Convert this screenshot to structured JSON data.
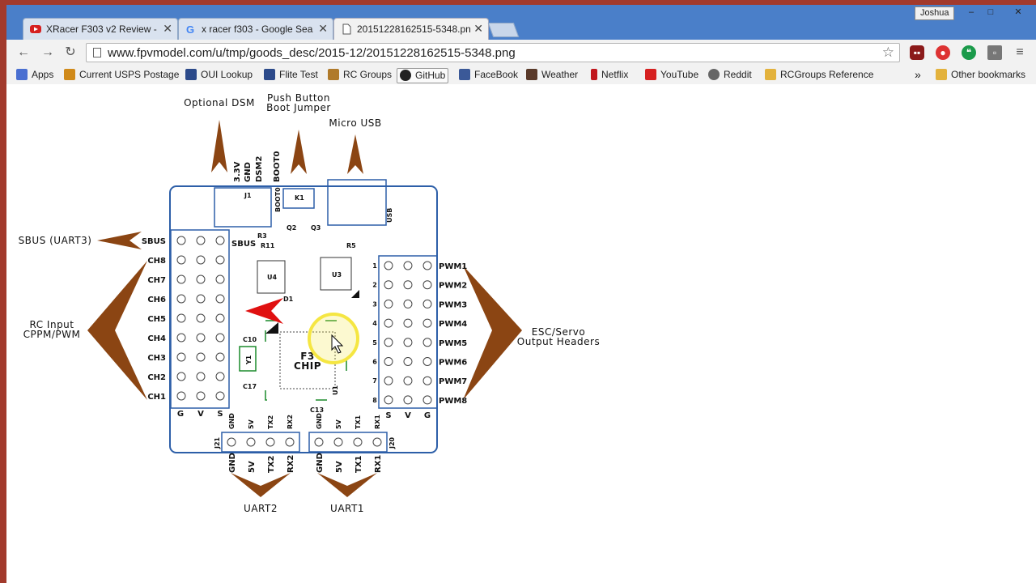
{
  "browser": {
    "user": "Joshua",
    "tabs": [
      {
        "title": "XRacer F303 v2 Review - \\",
        "icon": "youtube-icon"
      },
      {
        "title": "x racer f303 - Google Sea",
        "icon": "google-icon"
      },
      {
        "title": "20151228162515-5348.pn",
        "icon": "page-icon"
      }
    ],
    "url": "www.fpvmodel.com/u/tmp/goods_desc/2015-12/20151228162515-5348.png",
    "window_controls": {
      "minimize": "–",
      "maximize": "□",
      "close": "✕"
    }
  },
  "bookmarks": [
    {
      "label": "Apps",
      "icon": "apps-icon",
      "color": "#4a6fd1"
    },
    {
      "label": "Current USPS Postage",
      "icon": "usps-icon",
      "color": "#d08a1a"
    },
    {
      "label": "OUI Lookup",
      "icon": "oui-icon",
      "color": "#2c4a8a"
    },
    {
      "label": "Flite Test",
      "icon": "flitetest-icon",
      "color": "#2c4a8a"
    },
    {
      "label": "RC Groups",
      "icon": "rcgroups-icon",
      "color": "#b07a2a"
    },
    {
      "label": "GitHub",
      "icon": "github-icon",
      "color": "#222222"
    },
    {
      "label": "FaceBook",
      "icon": "facebook-icon",
      "color": "#3b5998"
    },
    {
      "label": "Weather",
      "icon": "weather-icon",
      "color": "#5a3a2a"
    },
    {
      "label": "Netflix",
      "icon": "netflix-icon",
      "color": "#c0161c"
    },
    {
      "label": "YouTube",
      "icon": "youtube-icon",
      "color": "#d62020"
    },
    {
      "label": "Reddit",
      "icon": "reddit-icon",
      "color": "#666666"
    },
    {
      "label": "RCGroups Reference",
      "icon": "folder-icon",
      "color": "#e3b23c"
    }
  ],
  "bookmarks_overflow": "»",
  "other_bookmarks": "Other bookmarks",
  "diagram": {
    "top_labels": {
      "dsm": "Optional DSM",
      "boot_line1": "Push Button",
      "boot_line2": "Boot Jumper",
      "usb": "Micro USB"
    },
    "top_pins": [
      "3.3V",
      "GND",
      "DSM2",
      "BOOT0"
    ],
    "left_labels": {
      "sbus": "SBUS (UART3)",
      "rc_line1": "RC Input",
      "rc_line2": "CPPM/PWM"
    },
    "right_labels": {
      "esc_line1": "ESC/Servo",
      "esc_line2": "Output Headers"
    },
    "rc_pins": [
      "SBUS",
      "CH8",
      "CH7",
      "CH6",
      "CH5",
      "CH4",
      "CH3",
      "CH2",
      "CH1"
    ],
    "pwm_pins": [
      "PWM1",
      "PWM2",
      "PWM3",
      "PWM4",
      "PWM5",
      "PWM6",
      "PWM7",
      "PWM8"
    ],
    "pwm_numbers": [
      "1",
      "2",
      "3",
      "4",
      "5",
      "6",
      "7",
      "8"
    ],
    "left_footer": [
      "G",
      "V",
      "S"
    ],
    "right_footer": [
      "S",
      "V",
      "G"
    ],
    "uart2_pins": [
      "GND",
      "5V",
      "TX2",
      "RX2"
    ],
    "uart1_pins": [
      "GND",
      "5V",
      "TX1",
      "RX1"
    ],
    "uart2_label": "UART2",
    "uart1_label": "UART1",
    "chip_line1": "F3",
    "chip_line2": "CHIP",
    "silk": {
      "j1": "J1",
      "k1": "K1",
      "usb": "USB",
      "boot": "BOOT0",
      "sbus": "SBUS",
      "j21": "J21",
      "j20": "J20",
      "q2": "Q2",
      "q3": "Q3",
      "r3": "R3",
      "r11": "R11",
      "r5": "R5",
      "u3": "U3",
      "u4": "U4",
      "d1": "D1",
      "u1": "U1",
      "c10": "C10",
      "c17": "C17",
      "c13": "C13",
      "y1": "Y1"
    }
  },
  "colors": {
    "arrow": "#8b4513",
    "board": "#2d5fa8",
    "accent_red": "#e01010",
    "cursor_ring": "#f5e642"
  }
}
